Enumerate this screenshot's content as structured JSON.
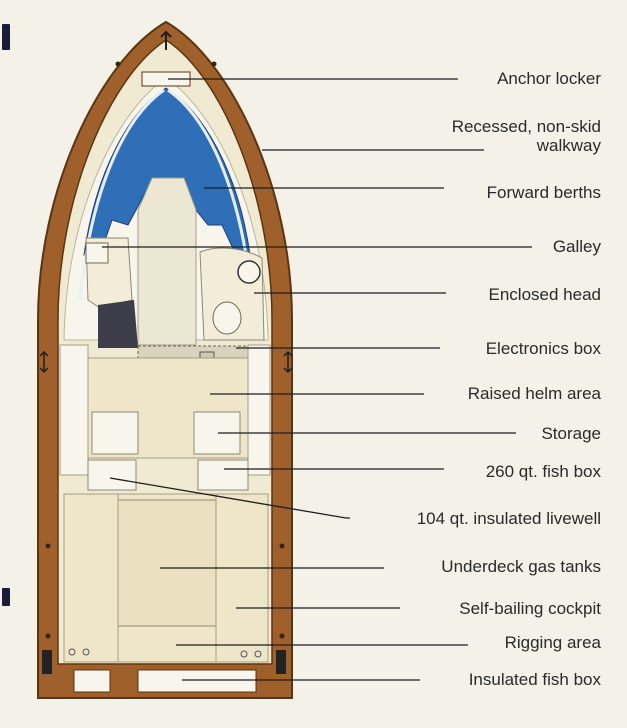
{
  "callouts": [
    {
      "id": "anchor-locker",
      "text": "Anchor locker"
    },
    {
      "id": "walkway",
      "text": "Recessed, non-skid\nwalkway"
    },
    {
      "id": "forward-berths",
      "text": "Forward berths"
    },
    {
      "id": "galley",
      "text": "Galley"
    },
    {
      "id": "enclosed-head",
      "text": "Enclosed head"
    },
    {
      "id": "electronics-box",
      "text": "Electronics box"
    },
    {
      "id": "raised-helm",
      "text": "Raised helm area"
    },
    {
      "id": "storage",
      "text": "Storage"
    },
    {
      "id": "fish-box-260",
      "text": "260 qt. fish box"
    },
    {
      "id": "livewell",
      "text": "104 qt. insulated livewell"
    },
    {
      "id": "gas-tanks",
      "text": "Underdeck gas tanks"
    },
    {
      "id": "cockpit",
      "text": "Self-bailing cockpit"
    },
    {
      "id": "rigging",
      "text": "Rigging area"
    },
    {
      "id": "insulated-fish-box",
      "text": "Insulated fish box"
    }
  ],
  "colors": {
    "hull": "#a0602c",
    "deck": "#f0ead2",
    "berths": "#2f6fb8",
    "cabin": "#ece7d3",
    "walkway": "#f7f5ec",
    "lines": "#1e1e1e"
  }
}
